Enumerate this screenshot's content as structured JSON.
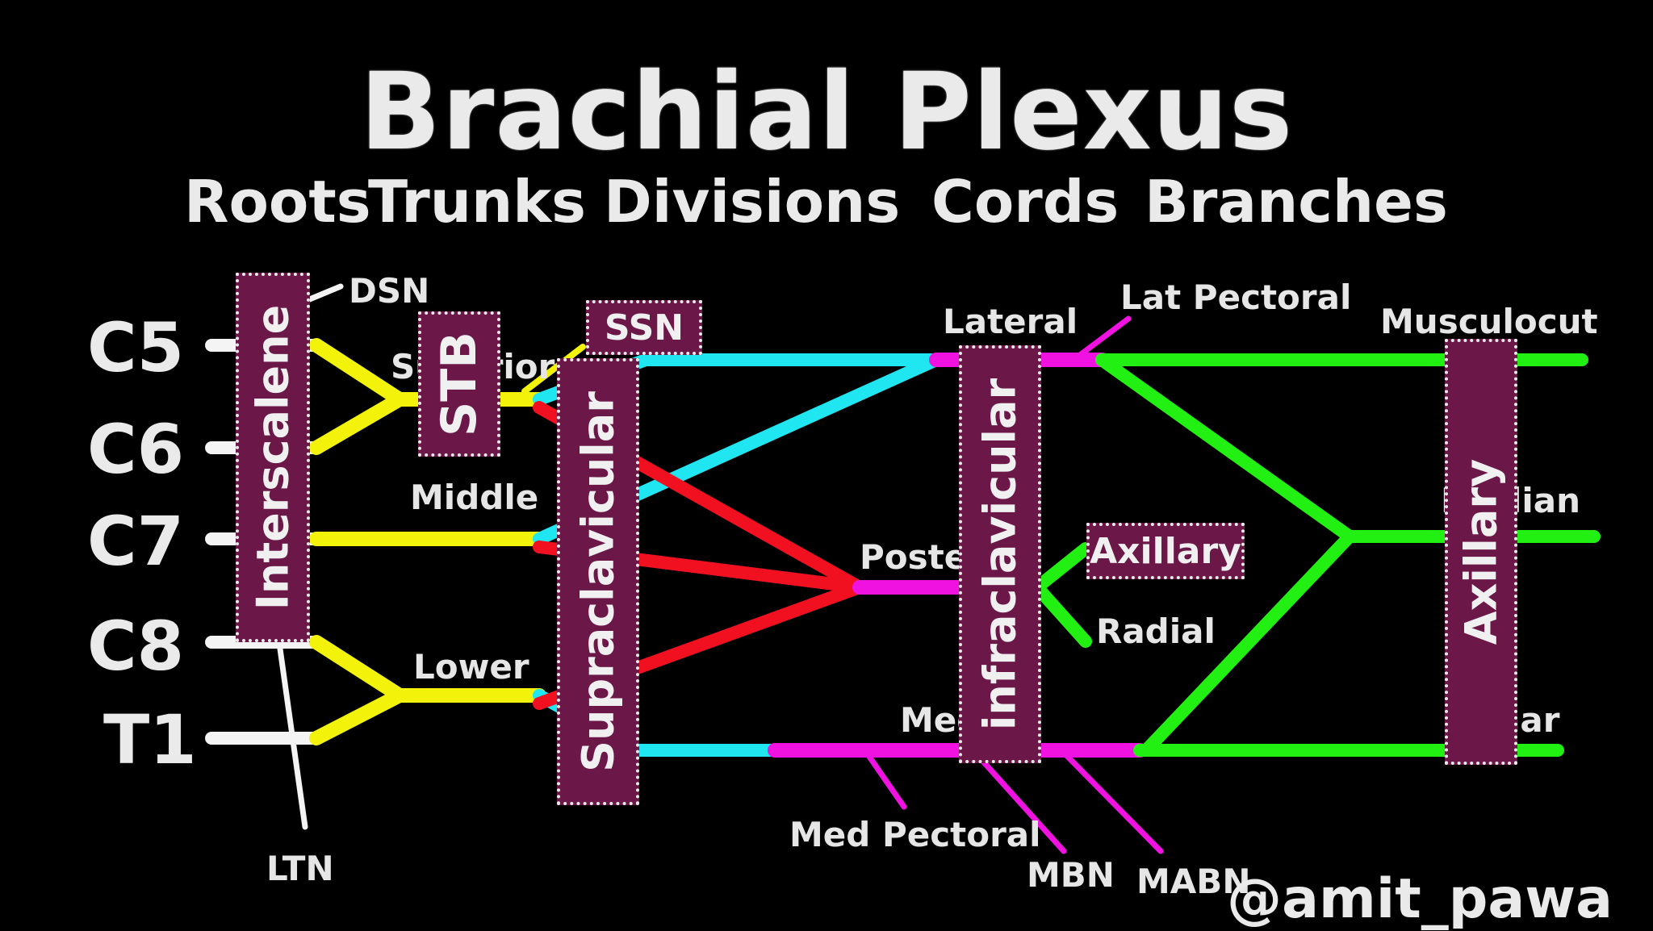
{
  "title": "Brachial Plexus",
  "stages": [
    "Roots",
    "Trunks",
    "Divisions",
    "Cords",
    "Branches"
  ],
  "roots": [
    "C5",
    "C6",
    "C7",
    "C8",
    "T1"
  ],
  "trunks": {
    "superior": "Superior",
    "middle": "Middle",
    "lower": "Lower"
  },
  "cords": {
    "lateral": "Lateral",
    "posterior": "Posterior",
    "medial": "Medial"
  },
  "branches": {
    "musculocutaneous": "Musculocut",
    "median": "Median",
    "ulnar": "Ulnar",
    "axillary": "Axillary",
    "radial": "Radial"
  },
  "nerves": {
    "dsn": "DSN",
    "ltn": "LTN",
    "lat_pectoral": "Lat Pectoral",
    "med_pectoral": "Med Pectoral",
    "mbn": "MBN",
    "mabn": "MABN"
  },
  "blocks": {
    "interscalene": "Interscalene",
    "stb": "STB",
    "ssn": "SSN",
    "supraclavicular": "Supraclavicular",
    "infraclavicular": "infraclavicular",
    "axillary_branch_box": "Axillary",
    "axillary": "Axillary"
  },
  "handle": "@amit_pawa",
  "colors": {
    "roots": "#ffffff",
    "trunks": "#f2f20a",
    "anterior_divisions": "#1fe6f0",
    "posterior_divisions": "#f01020",
    "cords": "#f012e0",
    "branches": "#22f012",
    "block_fill": "#6b1848"
  }
}
